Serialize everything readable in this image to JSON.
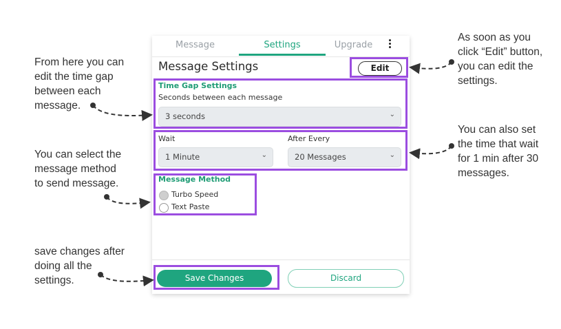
{
  "annotations": {
    "edit_gap": "From here you can\nedit the time gap\nbetween each\nmessage.",
    "method": "You can select the\nmessage method\nto send message.",
    "save": "save changes after\ndoing all the\nsettings.",
    "edit_button": "As soon as you\nclick “Edit” button,\nyou can edit the\nsettings.",
    "wait": "You can also set\nthe time that wait\nfor 1 min after 30\nmessages."
  },
  "tabs": {
    "message": "Message",
    "settings": "Settings",
    "upgrade": "Upgrade",
    "active": "Settings"
  },
  "header": {
    "title": "Message Settings",
    "edit_label": "Edit"
  },
  "time_gap": {
    "section_title": "Time Gap Settings",
    "label": "Seconds between each message",
    "selected": "3 seconds"
  },
  "wait": {
    "wait_label": "Wait",
    "wait_selected": "1 Minute",
    "after_label": "After Every",
    "after_selected": "20 Messages"
  },
  "method": {
    "section_title": "Message Method",
    "options": [
      {
        "label": "Turbo Speed",
        "selected": true
      },
      {
        "label": "Text Paste",
        "selected": false
      }
    ]
  },
  "footer": {
    "save_label": "Save Changes",
    "discard_label": "Discard"
  },
  "colors": {
    "accent": "#1fa57f",
    "highlight": "#9b4de0"
  },
  "icons": [
    "kebab-menu-icon",
    "chevron-down-icon",
    "dashed-arrow-icon"
  ]
}
